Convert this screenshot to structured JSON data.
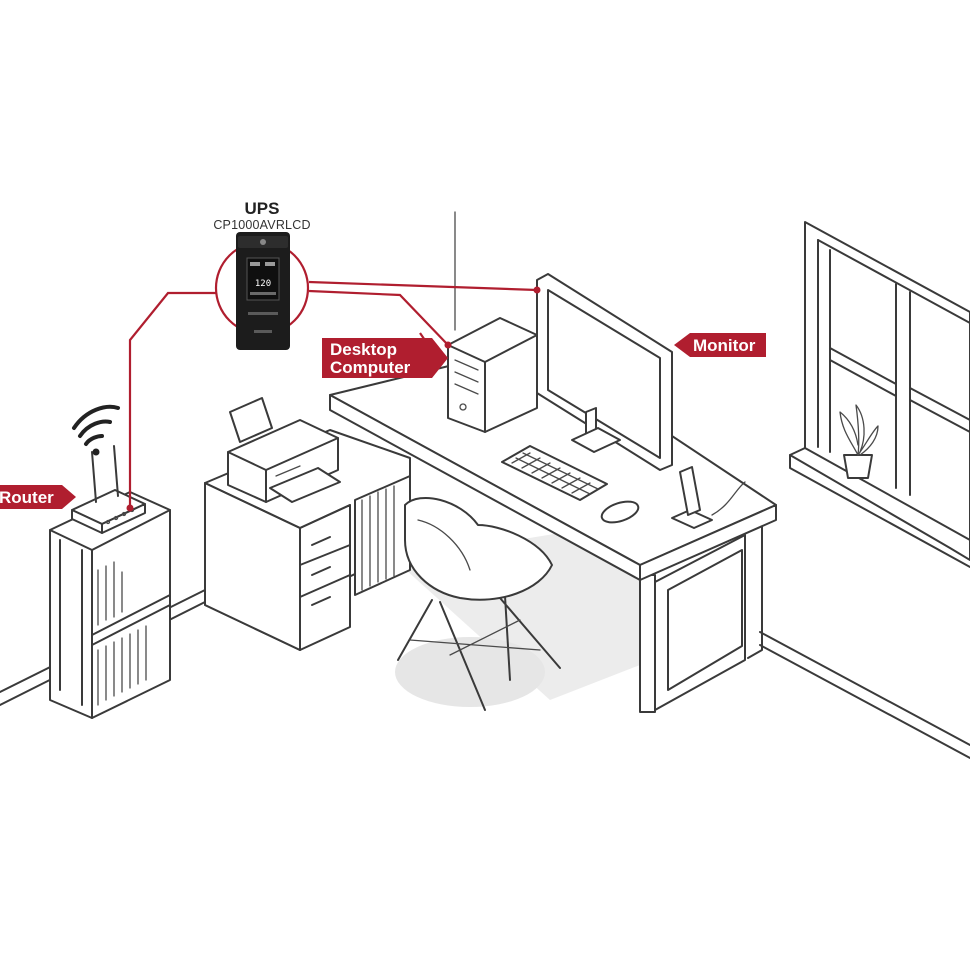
{
  "ups": {
    "title": "UPS",
    "model": "CP1000AVRLCD",
    "lcd_reading": "120"
  },
  "labels": {
    "desktop_line1": "Desktop",
    "desktop_line2": "Computer",
    "monitor": "Monitor",
    "router": "Router"
  },
  "colors": {
    "accent": "#b01e2f",
    "line_art": "#3a3a3a",
    "floor_shadow": "#e6e6e6"
  },
  "icons": {
    "router_signal": "wifi-icon",
    "plant": "potted-plant-icon"
  }
}
